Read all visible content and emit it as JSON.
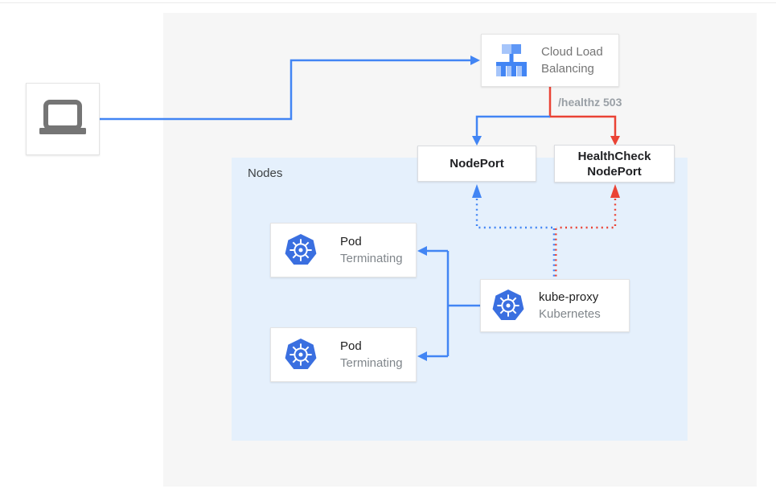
{
  "diagram": {
    "title": "Kubernetes load balancing health-check diagram",
    "groups": {
      "nodes": {
        "label": "Nodes"
      }
    },
    "boxes": {
      "client": {
        "icon": "laptop-icon"
      },
      "cloud_load_balancing": {
        "title": "Cloud Load Balancing",
        "icon": "load-balancer-icon"
      },
      "nodeport": {
        "title": "NodePort"
      },
      "healthcheck_nodeport": {
        "title": "HealthCheck NodePort"
      },
      "pod1": {
        "title": "Pod",
        "status": "Terminating",
        "icon": "kubernetes-icon"
      },
      "pod2": {
        "title": "Pod",
        "status": "Terminating",
        "icon": "kubernetes-icon"
      },
      "kube_proxy": {
        "title": "kube-proxy",
        "subtitle": "Kubernetes",
        "icon": "kubernetes-icon"
      }
    },
    "edges": {
      "healthz_label": "/healthz 503",
      "traffic_color": "#4285f4",
      "healthcheck_color": "#ea4335"
    },
    "colors": {
      "panel_bg": "#f6f6f6",
      "nodes_bg": "#e5f0fc",
      "blue": "#4285f4",
      "red": "#ea4335",
      "kubernetes_blue": "#3a6fe0",
      "text_dark": "#212121",
      "text_gray": "#757575",
      "label_gray": "#9aa0a6"
    }
  }
}
